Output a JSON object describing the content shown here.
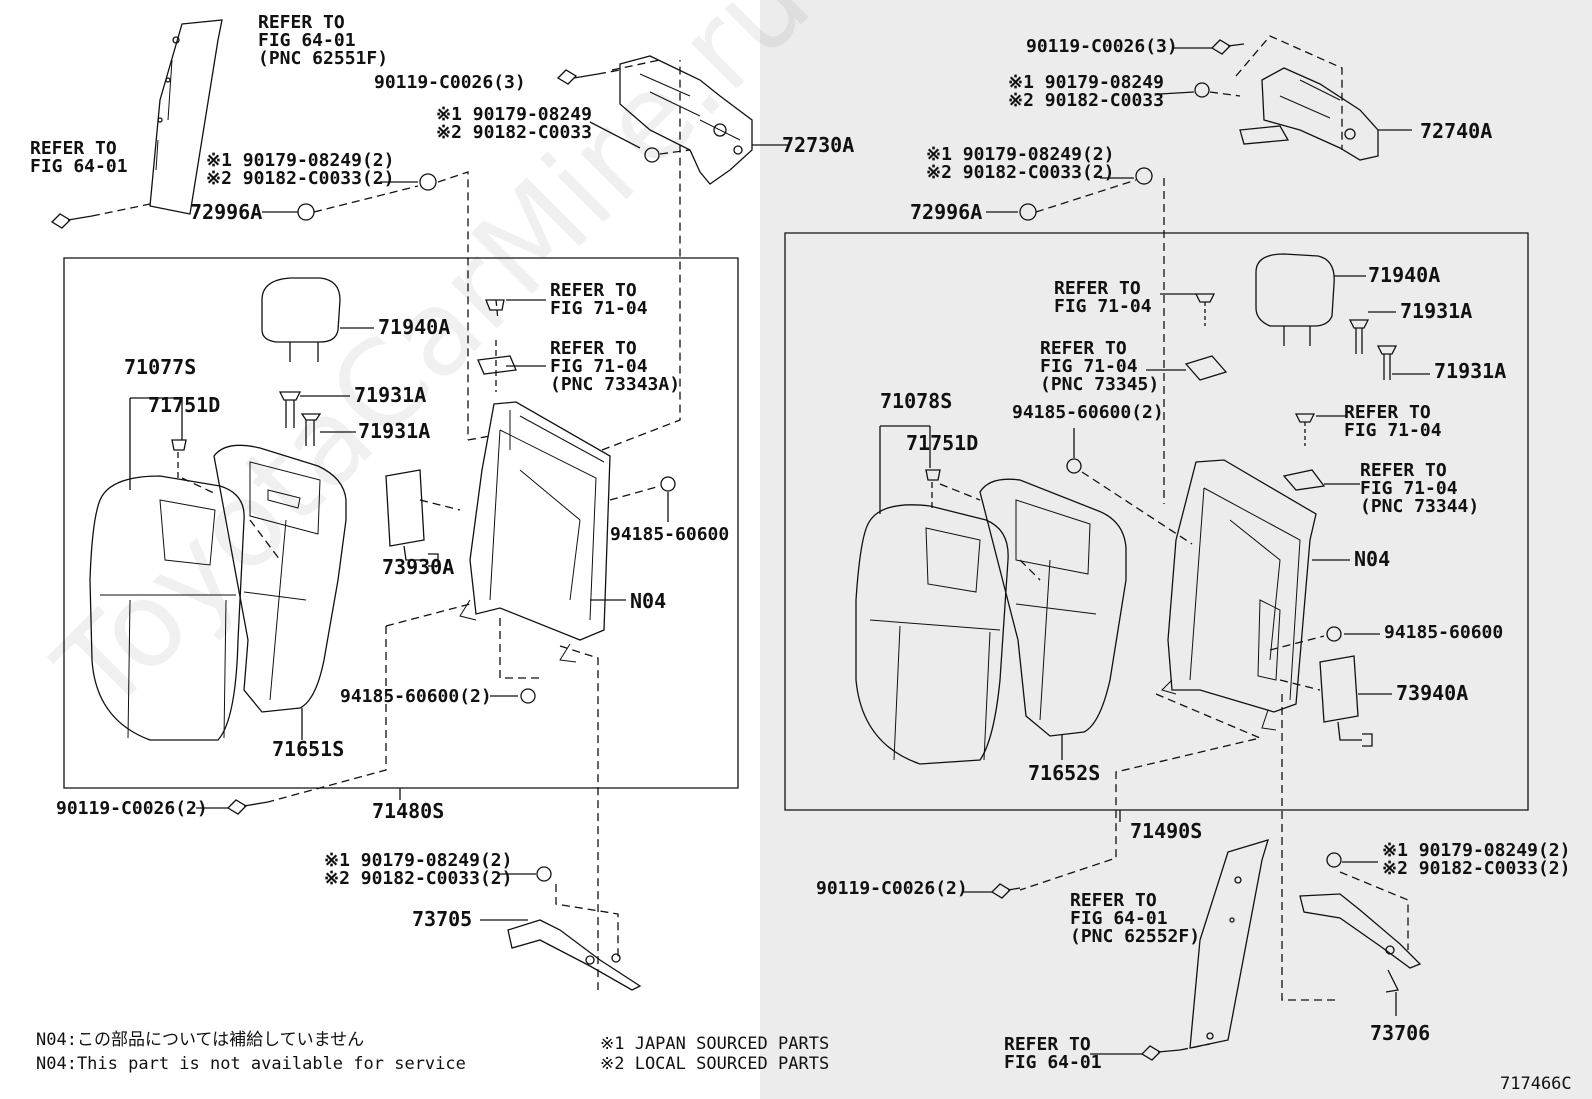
{
  "watermark": "ToyotaCarMire.ru",
  "left_group": {
    "refer_belt_top": "REFER TO\nFIG 64-01\n(PNC 62551F)",
    "refer_belt_bolt": "REFER TO\nFIG 64-01",
    "bolt_top": "90119-C0026(3)",
    "nut_top": "※1 90179-08249\n※2 90182-C0033",
    "hinge": "72730A",
    "nut_mid": "※1 90179-08249(2)\n※2 90182-C0033(2)",
    "bushing": "72996A",
    "refer_frame_1": "REFER TO\nFIG 71-04",
    "refer_frame_2": "REFER TO\nFIG 71-04\n(PNC 73343A)",
    "headrest": "71940A",
    "guide_1": "71931A",
    "guide_2": "71931A",
    "back_assy_top": "71077S",
    "clip": "71751D",
    "airbag": "73930A",
    "nut_frame": "94185-60600",
    "frame": "N04",
    "back_assy_bottom": "71651S",
    "nut_bottom": "94185-60600(2)",
    "bolt_bottom": "90119-C0026(2)",
    "seat_assy": "71480S",
    "nut_bracket": "※1 90179-08249(2)\n※2 90182-C0033(2)",
    "bracket": "73705"
  },
  "right_group": {
    "bolt_top": "90119-C0026(3)",
    "nut_top": "※1 90179-08249\n※2 90182-C0033",
    "hinge": "72740A",
    "nut_mid": "※1 90179-08249(2)\n※2 90182-C0033(2)",
    "bushing": "72996A",
    "refer_frame_1": "REFER TO\nFIG 71-04",
    "headrest": "71940A",
    "guide_1": "71931A",
    "guide_2": "71931A",
    "refer_frame_2": "REFER TO\nFIG 71-04\n(PNC 73345)",
    "back_assy_top": "71078S",
    "nut_frame_top": "94185-60600(2)",
    "clip": "71751D",
    "refer_frame_3": "REFER TO\nFIG 71-04",
    "refer_frame_4": "REFER TO\nFIG 71-04\n(PNC 73344)",
    "frame": "N04",
    "nut_frame": "94185-60600",
    "airbag": "73940A",
    "back_assy_bottom": "71652S",
    "seat_assy": "71490S",
    "bolt_bottom": "90119-C0026(2)",
    "refer_belt": "REFER TO\nFIG 64-01\n(PNC 62552F)",
    "refer_belt_bolt": "REFER TO\nFIG 64-01",
    "nut_bracket": "※1 90179-08249(2)\n※2 90182-C0033(2)",
    "bracket": "73706"
  },
  "notes": {
    "jp_line": "N04:この部品については補給していません",
    "en_line": "N04:This part is not available for service",
    "source_1": "※1 JAPAN SOURCED PARTS",
    "source_2": "※2 LOCAL SOURCED PARTS"
  },
  "figure_id": "717466C"
}
